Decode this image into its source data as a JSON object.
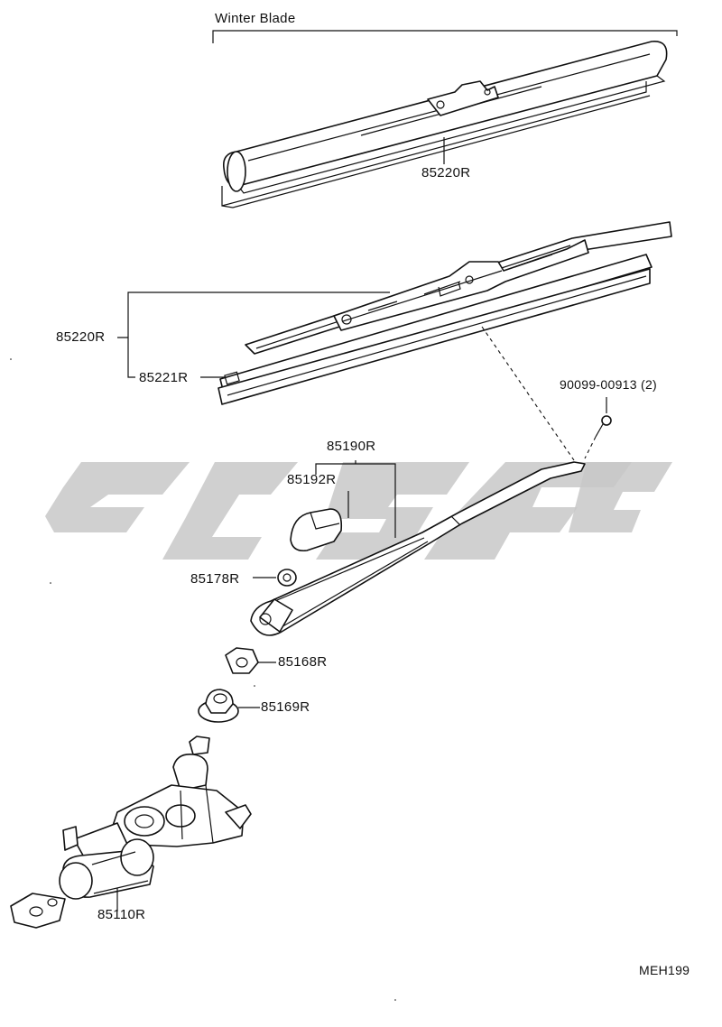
{
  "header": {
    "title": "Winter Blade"
  },
  "watermark": {
    "color": "#c8c8c8"
  },
  "callouts": {
    "winter_blade": "85220R",
    "blade_assy": "85220R",
    "blade_rubber": "85221R",
    "screw": "90099-00913 (2)",
    "arm_assy": "85190R",
    "cap": "85192R",
    "washer": "85178R",
    "nut": "85168R",
    "bushing": "85169R",
    "motor": "85110R"
  },
  "footer": {
    "code": "MEH199"
  }
}
